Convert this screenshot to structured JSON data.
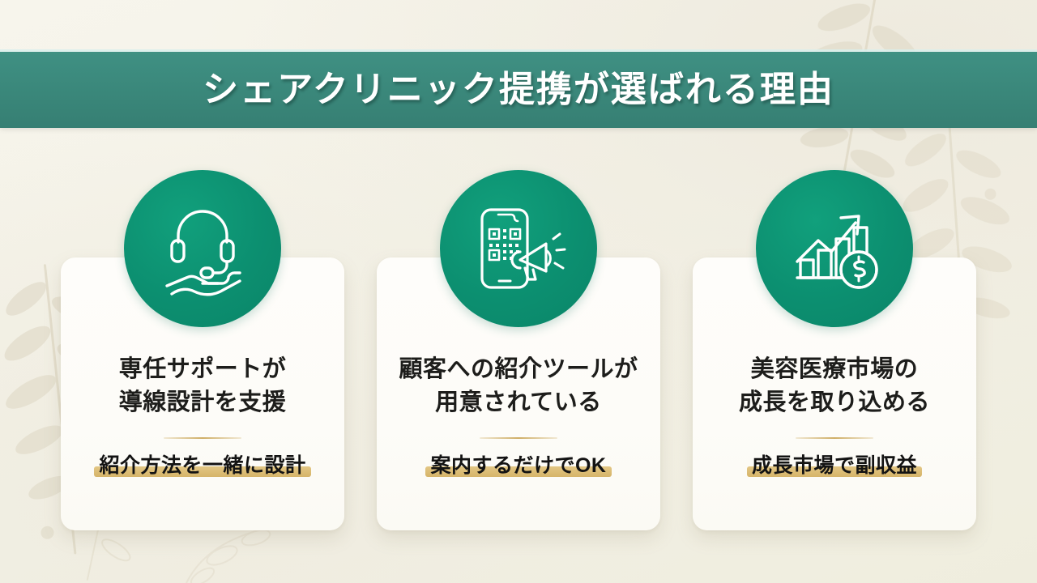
{
  "header": {
    "title": "シェアクリニック提携が選ばれる理由",
    "band_color": "#3a877a",
    "title_color": "#ffffff"
  },
  "theme": {
    "background_color": "#f4f2e7",
    "icon_circle_color": "#0c8f70",
    "card_color": "#fdfcf8",
    "accent_gold": "#d6b469",
    "heading_color": "#1d1d1b"
  },
  "cards": [
    {
      "icon_name": "headset-support-hand-icon",
      "heading": "専任サポートが\n導線設計を支援",
      "highlight": "紹介方法を一緒に設計"
    },
    {
      "icon_name": "smartphone-qr-megaphone-icon",
      "heading": "顧客への紹介ツールが\n用意されている",
      "highlight": "案内するだけでOK"
    },
    {
      "icon_name": "growth-chart-dollar-icon",
      "heading": "美容医療市場の\n成長を取り込める",
      "highlight": "成長市場で副収益"
    }
  ]
}
